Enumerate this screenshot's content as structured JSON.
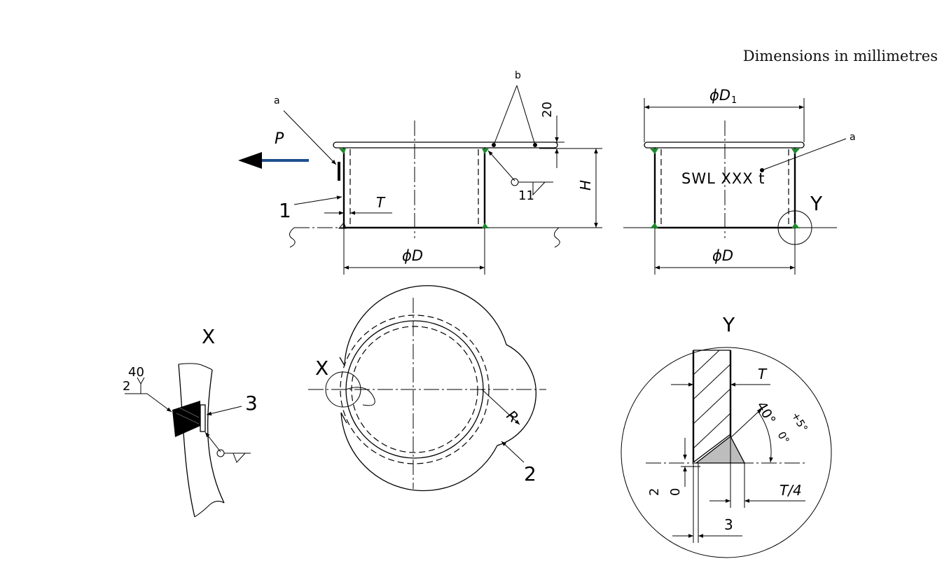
{
  "header": {
    "units_note": "Dimensions in millimetres"
  },
  "labels": {
    "note_a": "a",
    "note_b": "b",
    "force": "P",
    "dim_20": "20",
    "dim_H": "H",
    "dim_T": "T",
    "weld_11": "11",
    "item_1": "1",
    "item_2": "2",
    "item_3": "3",
    "phi": "ϕ",
    "dim_D": "D",
    "dim_D1_main": "D",
    "dim_D1_sub": "1",
    "swl": "SWL XXX t",
    "view_X": "X",
    "view_Y": "Y",
    "dim_R": "R",
    "weld_x_2": "2",
    "weld_x_40": "40",
    "angle_base": "40°",
    "angle_plus": "+5°",
    "angle_minus": "0°",
    "dim_T4": "T/4",
    "dim_3": "3",
    "dim_2": "2",
    "dim_0": "0"
  },
  "colors": {
    "force_arrow": "#1f4e8c",
    "weld_marker": "#1e8a2e",
    "weld_fill_gray": "#bdbdbd",
    "weld_fill_black": "#000000",
    "line": "#000000"
  }
}
